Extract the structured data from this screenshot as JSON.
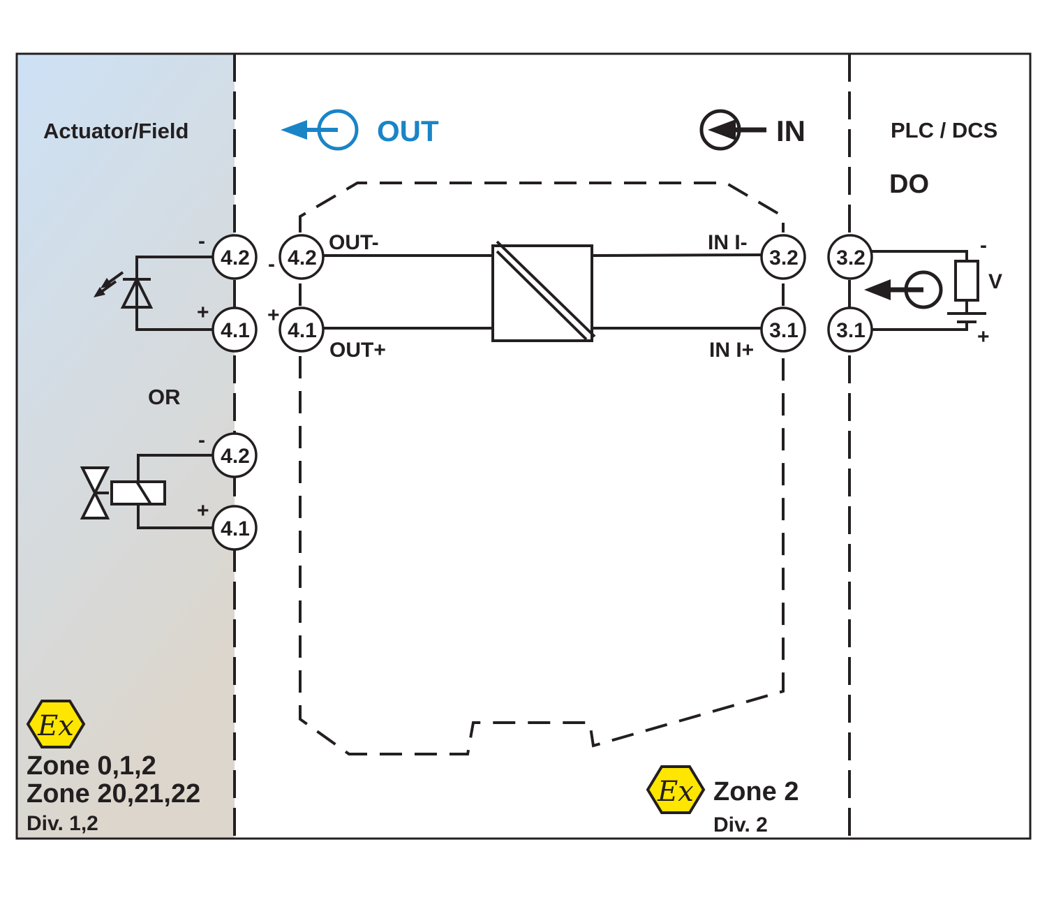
{
  "field": {
    "title": "Actuator/Field",
    "or_label": "OR",
    "zone_line1": "Zone 0,1,2",
    "zone_line2": "Zone 20,21,22",
    "div": "Div. 1,2"
  },
  "module": {
    "out_heading": "OUT",
    "in_heading": "IN",
    "out_minus": "OUT-",
    "out_plus": "OUT+",
    "in_minus": "IN I-",
    "in_plus": "IN I+",
    "zone": "Zone 2",
    "div": "Div. 2"
  },
  "plc": {
    "title": "PLC / DCS",
    "subtitle": "DO",
    "voltage": "V"
  },
  "polarity": {
    "minus": "-",
    "plus": "+"
  },
  "terminals": {
    "t42": "4.2",
    "t41": "4.1",
    "t32": "3.2",
    "t31": "3.1"
  },
  "ex_mark": "Ex",
  "colors": {
    "accent_blue": "#1a84c7",
    "ink": "#231f20",
    "ex_yellow": "#ffe600",
    "field_gradient_top": "#cde1f5",
    "field_gradient_bottom": "#dcd6cc"
  }
}
